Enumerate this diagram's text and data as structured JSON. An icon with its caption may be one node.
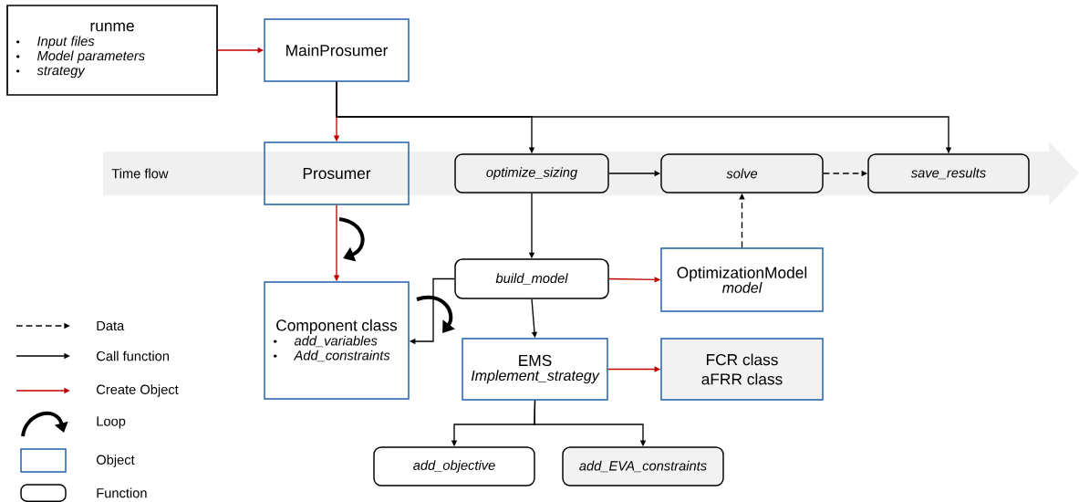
{
  "diagram": {
    "nodes": [
      {
        "text": [
          "runme",
          "Input files",
          "Model parameters",
          "strategy"
        ]
      },
      {
        "text": [
          "MainProsumer"
        ]
      },
      {
        "text": [
          "Prosumer"
        ]
      },
      {
        "text": [
          "optimize_sizing"
        ]
      },
      {
        "text": [
          "solve"
        ]
      },
      {
        "text": [
          "save_results"
        ]
      },
      {
        "text": [
          "build_model"
        ]
      },
      {
        "text": [
          "OptimizationModel",
          "model"
        ]
      },
      {
        "text": [
          "Component class",
          "add_variables",
          "Add_constraints"
        ]
      },
      {
        "text": [
          "EMS",
          "Implement_strategy"
        ]
      },
      {
        "text": [
          "FCR class",
          "aFRR class"
        ]
      },
      {
        "text": [
          "add_objective"
        ]
      },
      {
        "text": [
          "add_EVA_constraints"
        ]
      }
    ],
    "edges": [
      {
        "from": 0,
        "to": 1,
        "arrow": "to",
        "color": "#c00000"
      },
      {
        "from": 1,
        "to": 2,
        "arrow": "to",
        "color": "#c00000"
      },
      {
        "from": 1,
        "to": 3,
        "arrow": "to"
      },
      {
        "from": 1,
        "to": 5,
        "arrow": "to"
      },
      {
        "from": 3,
        "to": 4,
        "arrow": "to"
      },
      {
        "from": 4,
        "to": 5,
        "arrow": "to",
        "style": "dashed"
      },
      {
        "from": 3,
        "to": 6,
        "arrow": "to"
      },
      {
        "from": 6,
        "to": 7,
        "arrow": "to",
        "color": "#c00000"
      },
      {
        "from": 7,
        "to": 4,
        "arrow": "to",
        "style": "dashed"
      },
      {
        "from": 2,
        "to": 8,
        "arrow": "to",
        "color": "#c00000"
      },
      {
        "from": 6,
        "to": 8,
        "arrow": "to"
      },
      {
        "from": 6,
        "to": 9,
        "arrow": "to"
      },
      {
        "from": 9,
        "to": 10,
        "arrow": "to",
        "color": "#c00000"
      },
      {
        "from": 9,
        "to": 11,
        "arrow": "to"
      },
      {
        "from": 9,
        "to": 12,
        "arrow": "to"
      }
    ],
    "labels": [
      "Time flow"
    ],
    "legend": [
      {
        "text": "Data"
      },
      {
        "text": "Call function"
      },
      {
        "text": "Create Object"
      },
      {
        "text": "Loop"
      },
      {
        "text": "Object"
      },
      {
        "text": "Function"
      }
    ]
  }
}
